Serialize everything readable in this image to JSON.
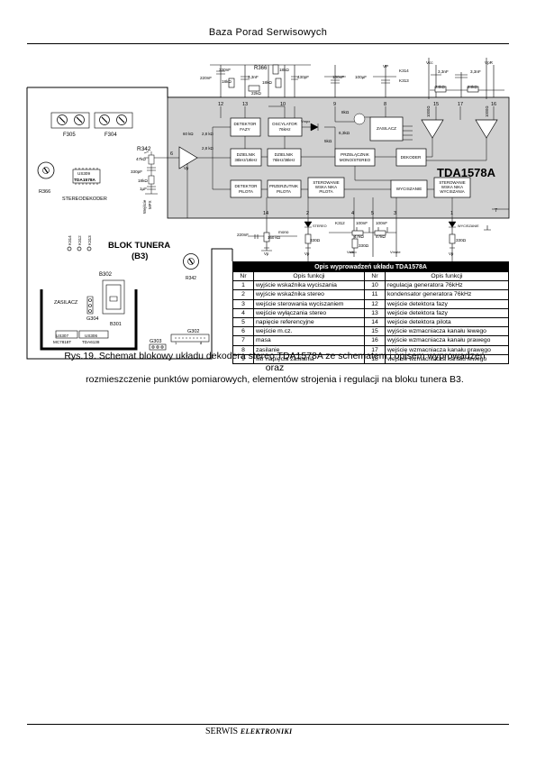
{
  "header": {
    "title": "Baza Porad Serwisowych"
  },
  "footer": {
    "serwis": "SERWIS",
    "elektroniki": "ELEKTRONIKI"
  },
  "chip": {
    "name": "TDA1578A"
  },
  "blocks": {
    "detektor_fazy": [
      "DETEKTOR",
      "FAZY"
    ],
    "oscylator": [
      "OSCYLATOR",
      "76kHz"
    ],
    "zasilacz": "ZASILACZ",
    "dzielnik1": [
      "DZIELNIK",
      "38kHz/19kHz"
    ],
    "dzielnik2": [
      "DZIELNIK",
      "76kHz/38kHz"
    ],
    "przelacznik": [
      "PRZEŁĄCZNIK",
      "MONO/STEREO"
    ],
    "dekoder": "DEKODER",
    "detektor_pilota": [
      "DETEKTOR",
      "PILOTA"
    ],
    "przerzutnik": [
      "PRZERZUTNIK",
      "PILOTA"
    ],
    "sterowanie_wsk": [
      "STEROWANIE",
      "WSKA NIKA",
      "PILOTA"
    ],
    "wyciszanie": "WYCISZANIE",
    "sterowanie_wyc": [
      "STEROWANIE",
      "WSKA NIKA",
      "WYCISZANIA"
    ]
  },
  "pins": [
    "12",
    "13",
    "10",
    "9",
    "8",
    "15",
    "17",
    "16",
    "6",
    "7",
    "14",
    "2",
    "4",
    "5",
    "3",
    "1"
  ],
  "components": {
    "c330nf": "330nF",
    "c220nf": "220nF",
    "r366": "R366",
    "r18k_a": "18kΩ",
    "c3_3nf": "3,3nF",
    "r18k_b": "18kΩ",
    "r18k_c": "18kΩ",
    "r22k": "22kΩ",
    "c430pf": "430pF",
    "c100nf": "100nF",
    "c100uf": "100µF",
    "vp": "VP",
    "k314": "K314",
    "k313": "K313",
    "vcc": "Vcc",
    "vpr": "VpR",
    "c3_3nf_b": "3,3nF",
    "c3_3nf_c": "3,3nF",
    "r24k_a": "24kΩ",
    "r24k_b": "24kΩ",
    "r1000a": "1000Ω",
    "r1000b": "1000Ω",
    "r8k": "8kΩ",
    "r6_3k": "6,3kΩ",
    "r5k": "5kΩ",
    "vmpx": "Vmpx",
    "r60k": "60 kΩ",
    "r2_8k_a": "2,8 kΩ",
    "r2_8k_b": "2,8 kΩ",
    "vp_in": "Vp",
    "c220nf_b": "220nF",
    "r160k": "160 kΩ",
    "mono": "mono",
    "r330_a": "330Ω",
    "stereo": "STEREO",
    "k312": "K312",
    "c100nf_b": "100nF",
    "c100nf_c": "100nF",
    "r47k": "47kΩ",
    "r47k_b": "47kΩ",
    "vmute": "Vmute",
    "r330_b": "330Ω",
    "wyciszanie": "WYCISZANIE",
    "r330_c": "330Ω",
    "vp_a": "Vp",
    "vp_b": "Vp",
    "vp_c": "Vp",
    "vstb": "Vstb"
  },
  "board": {
    "f305": "F305",
    "f304": "F304",
    "r342": "R342",
    "r47k": "47kΩ",
    "c330pf": "330pF",
    "r18k": "18kΩ",
    "c1uf": "1µF",
    "wejscie": "Wejście",
    "mpx": "MPX",
    "r366": "R366",
    "us309": "US309",
    "tda1578a": "TDA1578A",
    "stereodekoder": "STEREODEKODER",
    "k314": "K314",
    "k312": "K312",
    "k313": "K313",
    "blok_tunera": "BLOK TUNERA",
    "b3": "(B3)",
    "r342b": "R342",
    "b302": "B302",
    "zasilacz": "ZASILACZ",
    "g304": "G304",
    "b301": "B301",
    "us307": "US307",
    "mc7818t": "MC7818T",
    "us306": "US306",
    "tda6138": "TDA6138",
    "g303": "G303",
    "g302": "G302",
    "pin1": "1",
    "pin8": "8"
  },
  "table": {
    "title": "Opis wyprowadzeń układu TDA1578A",
    "head": [
      "Nr",
      "Opis funkcji",
      "Nr",
      "Opis funkcji"
    ],
    "rows": [
      [
        "1",
        "wyjście wskaźnika wyciszania",
        "10",
        "regulacja generatora 76kHz"
      ],
      [
        "2",
        "wyjście wskaźnika stereo",
        "11",
        "kondensator generatora 76kHz"
      ],
      [
        "3",
        "wejście sterowania wyciszaniem",
        "12",
        "wejście detektora fazy"
      ],
      [
        "4",
        "wejście wyłączania stereo",
        "13",
        "wejście detektora fazy"
      ],
      [
        "5",
        "napięcie referencyjne",
        "14",
        "wejście detektora pilota"
      ],
      [
        "6",
        "wejście m.cz.",
        "15",
        "wyjście wzmacniacza kanału lewego"
      ],
      [
        "7",
        "masa",
        "16",
        "wyjście wzmacniacza kanału prawego"
      ],
      [
        "8",
        "zasilanie",
        "17",
        "wejście wzmacniacza kanału prawego"
      ],
      [
        "9",
        "filtr napięcia zasilania",
        "18",
        "wejście wzmacniacza kanału lewego"
      ]
    ]
  },
  "caption": {
    "line1": "Rys.19. Schemat blokowy układu dekodera stereo TDA1578A  ze schematem i opisem wyprowadzeń oraz",
    "line2": "rozmieszczenie  punktów pomiarowych, elementów strojenia i regulacji na bloku tunera B3."
  }
}
